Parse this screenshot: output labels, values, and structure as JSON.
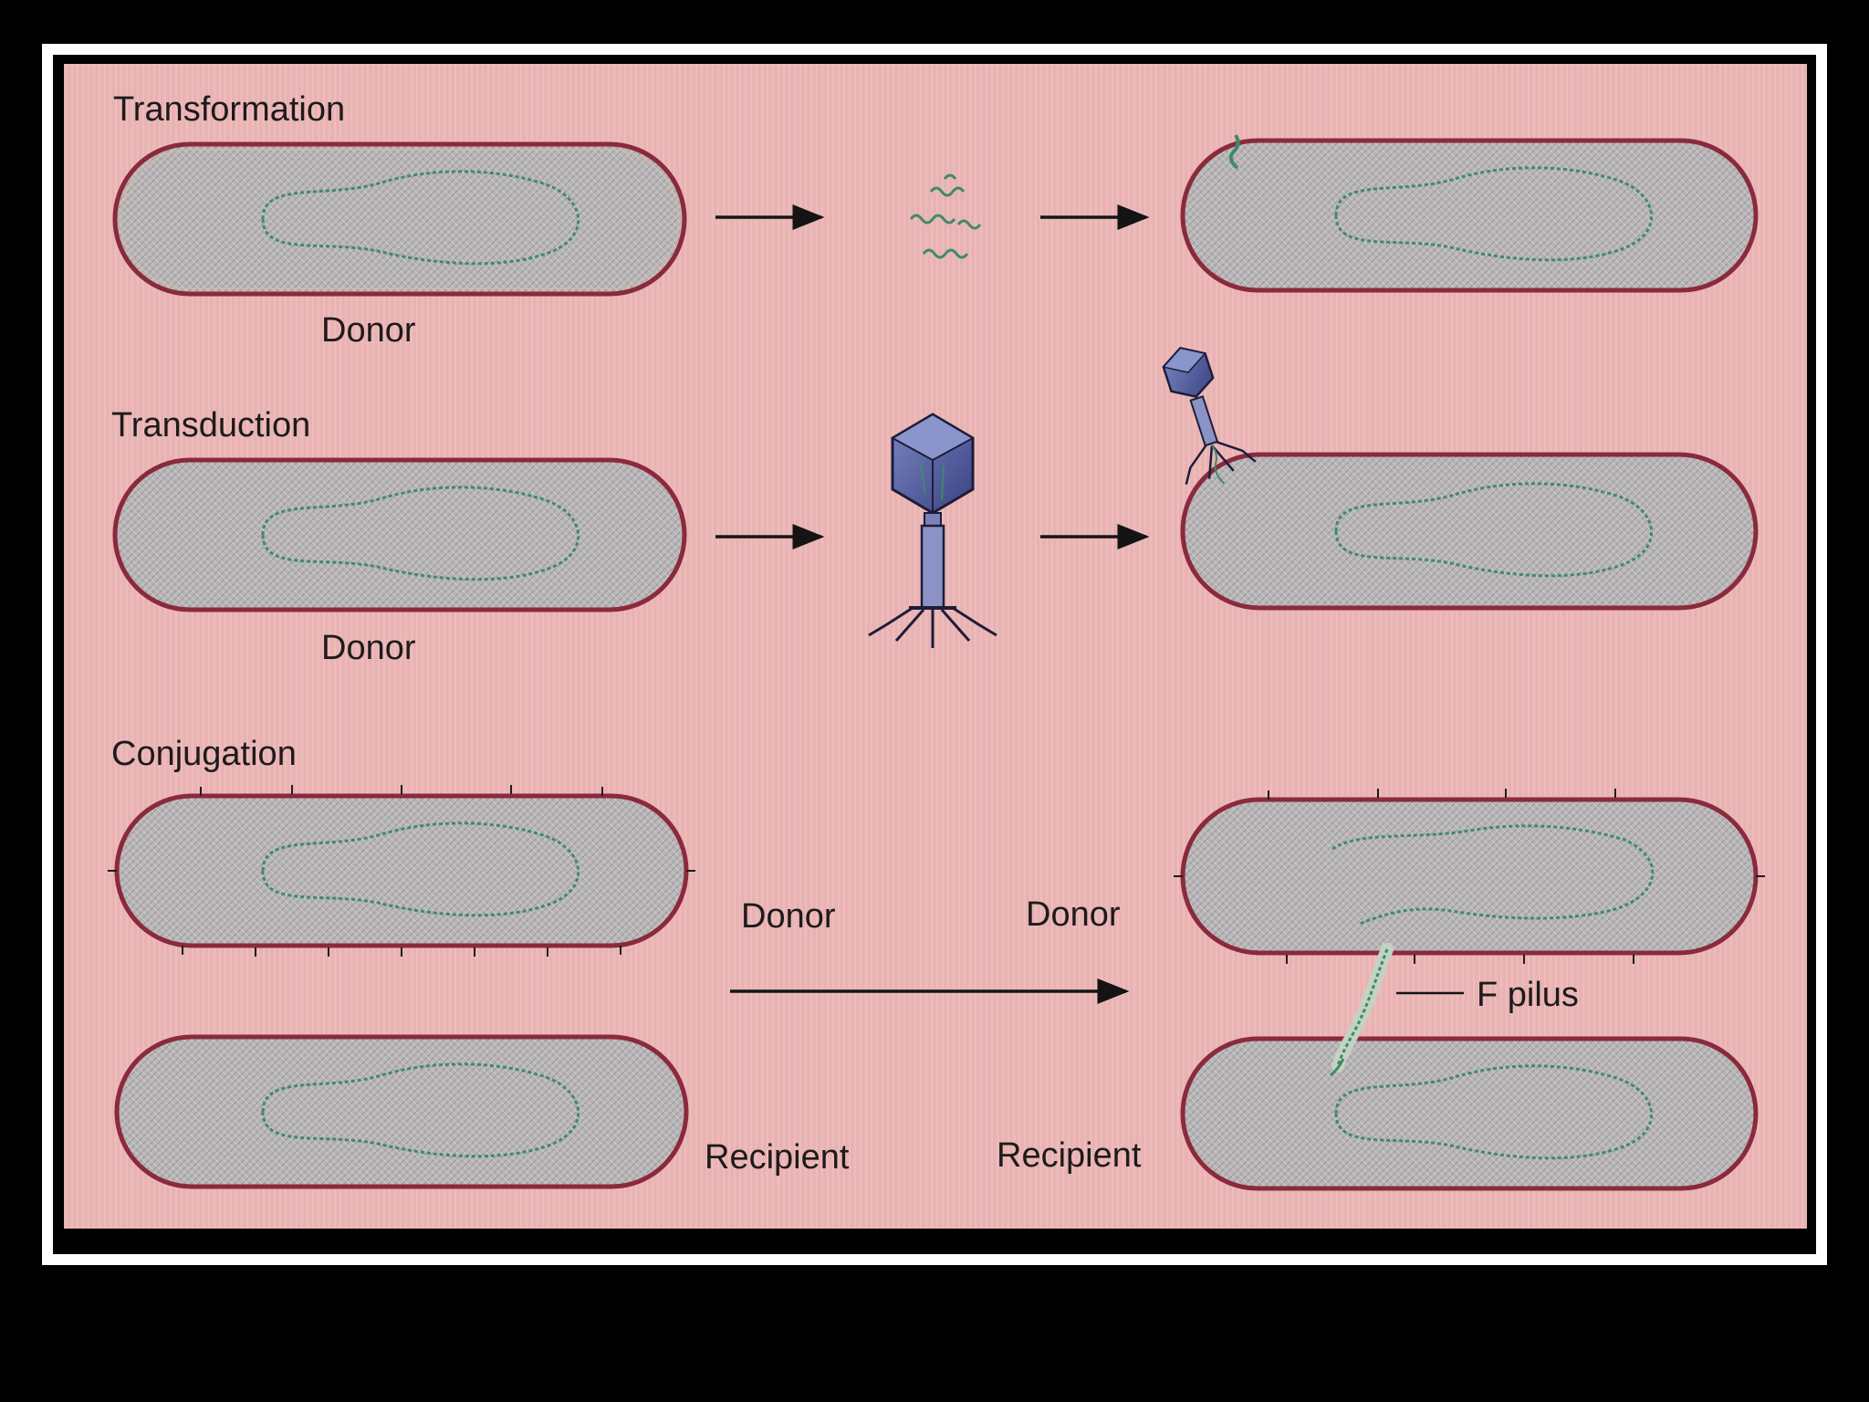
{
  "diagram": {
    "sections": {
      "transformation": {
        "title": "Transformation",
        "donor_label": "Donor"
      },
      "transduction": {
        "title": "Transduction",
        "donor_label": "Donor"
      },
      "conjugation": {
        "title": "Conjugation",
        "donor_left": "Donor",
        "donor_right": "Donor",
        "recipient_left": "Recipient",
        "recipient_right": "Recipient",
        "pilus_label": "F pilus"
      }
    },
    "colors": {
      "background": "#e9b3b3",
      "cell_fill": "#b9b6b8",
      "cell_outline": "#8a2a3c",
      "dna": "#3e8a6a",
      "phage_head": "#4f5a9a",
      "arrow": "#141414"
    },
    "icons": [
      "bacterium-cell",
      "dna-strand",
      "bacteriophage",
      "arrow-right"
    ]
  }
}
